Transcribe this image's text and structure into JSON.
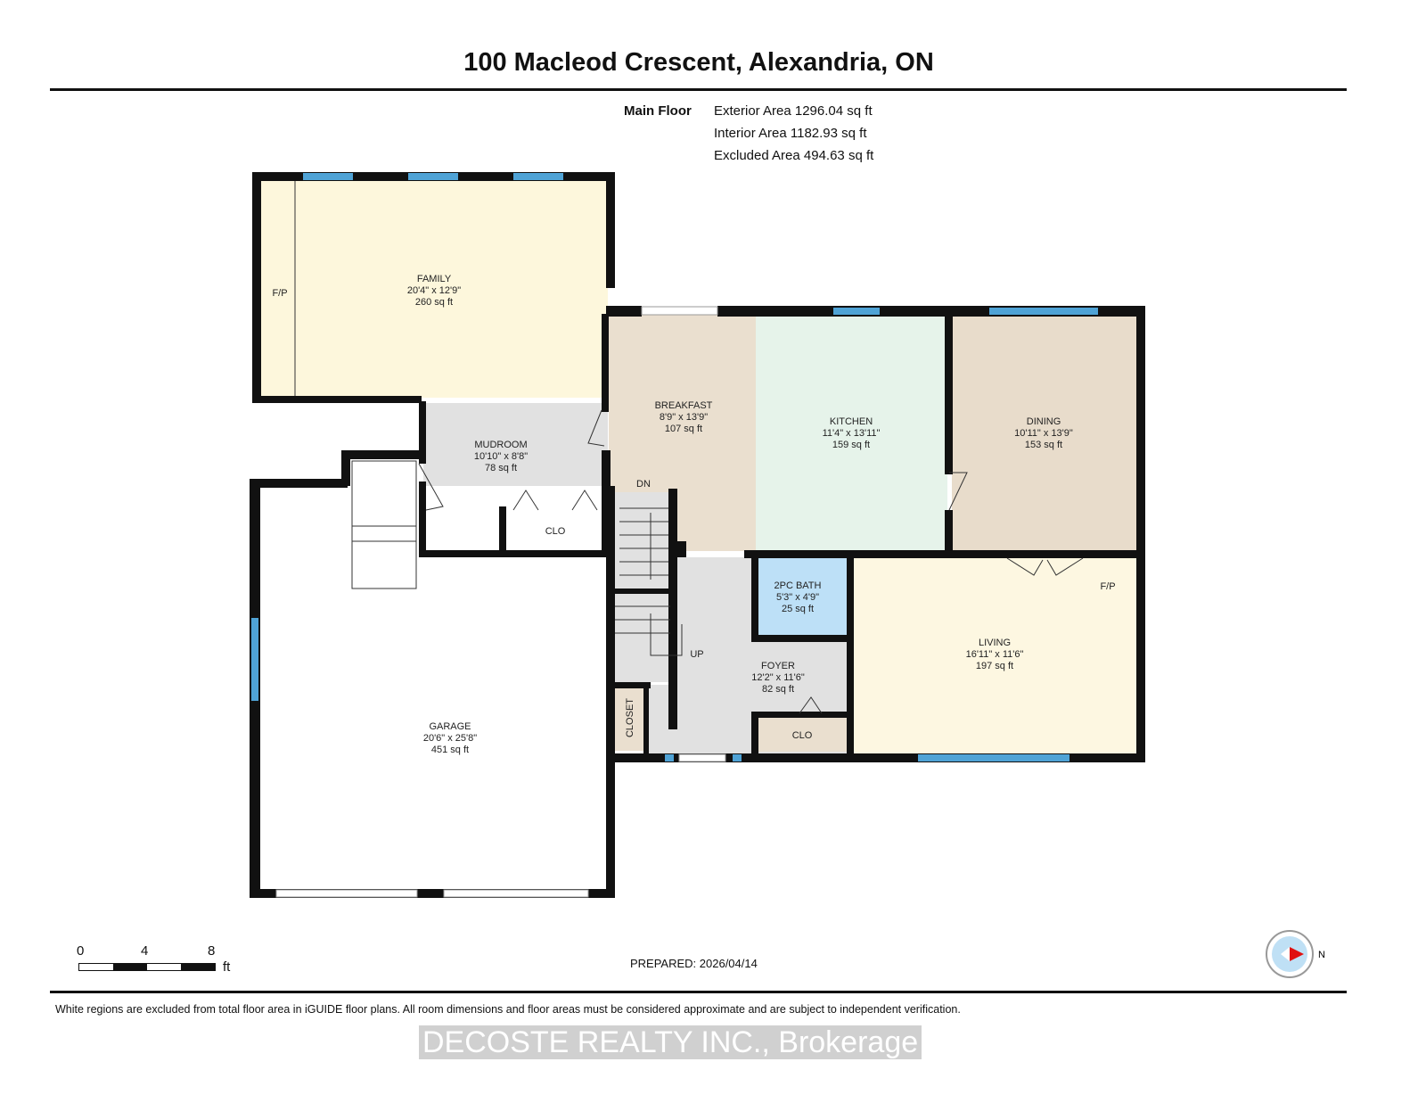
{
  "title": "100 Macleod Crescent, Alexandria, ON",
  "floor": {
    "label": "Main Floor",
    "exterior_area": "Exterior Area 1296.04 sq ft",
    "interior_area": "Interior Area 1182.93 sq ft",
    "excluded_area": "Excluded Area 494.63 sq ft"
  },
  "rooms": {
    "family": {
      "name": "FAMILY",
      "dims": "20'4\" x 12'9\"",
      "area": "260 sq ft"
    },
    "breakfast": {
      "name": "BREAKFAST",
      "dims": "8'9\" x 13'9\"",
      "area": "107 sq ft"
    },
    "kitchen": {
      "name": "KITCHEN",
      "dims": "11'4\" x 13'11\"",
      "area": "159 sq ft"
    },
    "dining": {
      "name": "DINING",
      "dims": "10'11\" x 13'9\"",
      "area": "153 sq ft"
    },
    "mudroom": {
      "name": "MUDROOM",
      "dims": "10'10\" x 8'8\"",
      "area": "78 sq ft"
    },
    "garage": {
      "name": "GARAGE",
      "dims": "20'6\" x 25'8\"",
      "area": "451 sq ft"
    },
    "bath": {
      "name": "2PC BATH",
      "dims": "5'3\" x 4'9\"",
      "area": "25 sq ft"
    },
    "foyer": {
      "name": "FOYER",
      "dims": "12'2\" x 11'6\"",
      "area": "82 sq ft"
    },
    "living": {
      "name": "LIVING",
      "dims": "16'11\" x 11'6\"",
      "area": "197 sq ft"
    }
  },
  "labels": {
    "fp_family": "F/P",
    "fp_living": "F/P",
    "clo_mudroom": "CLO",
    "clo_foyer": "CLO",
    "closet": "CLOSET",
    "dn": "DN",
    "up": "UP"
  },
  "scale": {
    "t0": "0",
    "t4": "4",
    "t8": "8",
    "unit": "ft"
  },
  "prepared": "PREPARED: 2026/04/14",
  "compass": {
    "direction": "N",
    "icon": "compass-icon"
  },
  "disclaimer": "White regions are excluded from total floor area in iGUIDE floor plans. All room dimensions and floor areas must be considered approximate and are subject to independent verification.",
  "watermark": "DECOSTE REALTY INC., Brokerage",
  "colors": {
    "wall": "#111111",
    "window": "#4fa3d6",
    "family": "#fdf7dc",
    "breakfast": "#eadfcf",
    "kitchen": "#e6f3ea",
    "dining": "#e8dccb",
    "gray": "#e1e1e1",
    "bath": "#bde0f7",
    "living": "#fdf7e1"
  }
}
